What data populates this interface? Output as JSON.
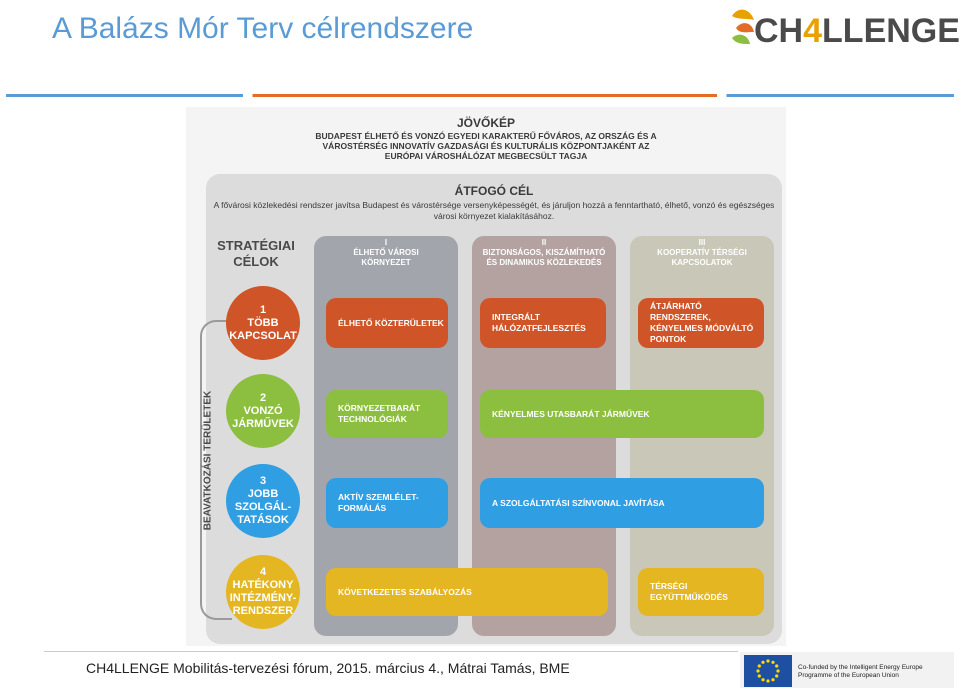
{
  "slide": {
    "title": "A Balázs Mór Terv célrendszere"
  },
  "logo": {
    "text_pre": "CH",
    "text_four": "4",
    "text_post": "LLENGE"
  },
  "vision": {
    "title": "JÖVŐKÉP",
    "body": "BUDAPEST ÉLHETŐ ÉS VONZÓ EGYEDI KARAKTERŰ FŐVÁROS, AZ ORSZÁG ÉS A VÁROSTÉRSÉG INNOVATÍV GAZDASÁGI ÉS KULTURÁLIS KÖZPONTJAKÉNT AZ EURÓPAI VÁROSHÁLÓZAT MEGBECSÜLT TAGJA"
  },
  "overall_goal": {
    "title": "ÁTFOGÓ CÉL",
    "body": "A fővárosi közlekedési rendszer javítsa Budapest és várostérsége versenyképességét, és járuljon hozzá a fenntartható, élhető, vonzó és egészséges városi környezet kialakításához."
  },
  "strategic_label": "STRATÉGIAI CÉLOK",
  "intervention_label": "BEAVATKOZÁSI TERÜLETEK",
  "columns": [
    {
      "numeral": "I",
      "title": "ÉLHETŐ VÁROSI KÖRNYEZET"
    },
    {
      "numeral": "II",
      "title": "BIZTONSÁGOS, KISZÁMÍTHATÓ ÉS DINAMIKUS KÖZLEKEDÉS"
    },
    {
      "numeral": "III",
      "title": "KOOPERATÍV TÉRSÉGI KAPCSOLATOK"
    }
  ],
  "areas": [
    {
      "number": "1",
      "title": "TÖBB KAPCSOLAT",
      "color": "#cf5427"
    },
    {
      "number": "2",
      "title": "VONZÓ JÁRMŰVEK",
      "color": "#8cbf3f"
    },
    {
      "number": "3",
      "title": "JOBB SZOLGÁL-TATÁSOK",
      "color": "#2f9ee3"
    },
    {
      "number": "4",
      "title": "HATÉKONY INTÉZMÉNY-RENDSZER",
      "color": "#e4b621"
    }
  ],
  "measures": {
    "r1": [
      "ÉLHETŐ KÖZTERÜLETEK",
      "INTEGRÁLT HÁLÓZATFEJLESZTÉS",
      "ÁTJÁRHATÓ RENDSZEREK, KÉNYELMES MÓDVÁLTÓ PONTOK"
    ],
    "r2": [
      "KÖRNYEZETBARÁT TECHNOLÓGIÁK",
      "KÉNYELMES UTASBARÁT JÁRMŰVEK"
    ],
    "r3": [
      "AKTÍV SZEMLÉLET-FORMÁLÁS",
      "A SZOLGÁLTATÁSI SZÍNVONAL JAVÍTÁSA"
    ],
    "r4": [
      "KÖVETKEZETES SZABÁLYOZÁS",
      "TÉRSÉGI EGYÜTTMŰKÖDÉS"
    ]
  },
  "footer": {
    "text": "CH4LLENGE Mobilitás-tervezési fórum, 2015. március 4., Mátrai Tamás, BME",
    "eu_text": "Co-funded by the Intelligent Energy Europe Programme of the European Union"
  }
}
